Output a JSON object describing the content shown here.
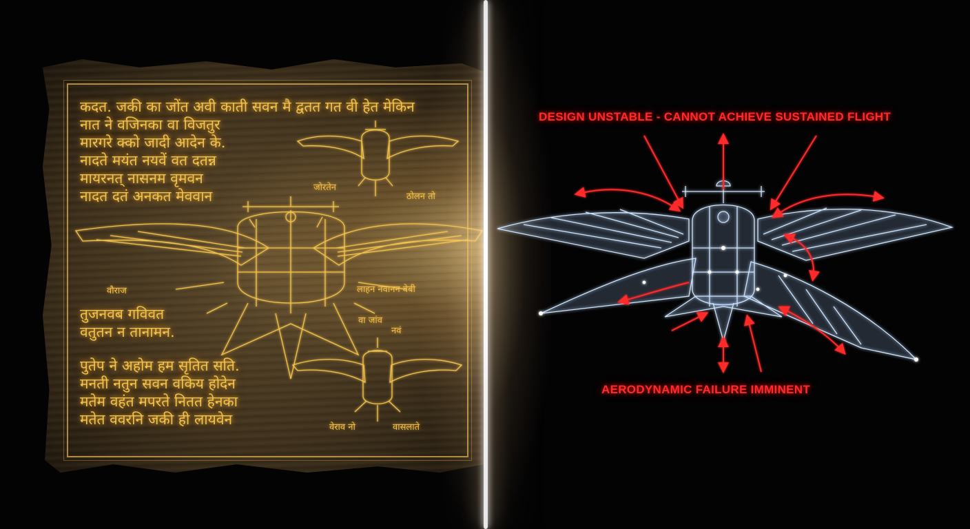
{
  "manuscript": {
    "text_block_1": [
      "कदत. जकी का जोंत अवी काती सवन मै द्वतत गत वी हेत मेकिन",
      "नात ने वजिनका वा विजतुर",
      "मारगरे क्को जादी आदेन के.",
      "नादते मयंत नयवें वत दतन्न",
      "मायरनत् नासनम वृमवन",
      "नादत दतं अनकत मेववान"
    ],
    "text_block_2": [
      "तुजनवब गविवत",
      "वतुतन न तानामन."
    ],
    "text_block_3": [
      "पुतेप ने अहोम हम सृतित सति.",
      "मनती नतुन सवन वकिय होदेन",
      "मतेम वहंत मपरते नितत हेनका",
      "मतेत ववरनि जकी ही लायवेन"
    ],
    "labels": {
      "top_left": "जोरतेन",
      "top_right": "ठाेलन तो",
      "mid_left": "वौराज",
      "mid_right": "लाहन नवानन वेबी",
      "small_top": "वा जांव",
      "small_top_2": "नवं",
      "bottom_left": "वेराव नो",
      "bottom_right": "वासलाते"
    }
  },
  "hologram": {
    "warning_top": "DESIGN UNSTABLE - CANNOT ACHIEVE SUSTAINED FLIGHT",
    "warning_bottom": "AERODYNAMIC FAILURE IMMINENT"
  },
  "colors": {
    "background": "#030304",
    "gold_ink": "#f2c24d",
    "hologram_blue": "#cfe6ff",
    "warning_red": "#ff2b2b",
    "parchment": "#4a3a22"
  }
}
